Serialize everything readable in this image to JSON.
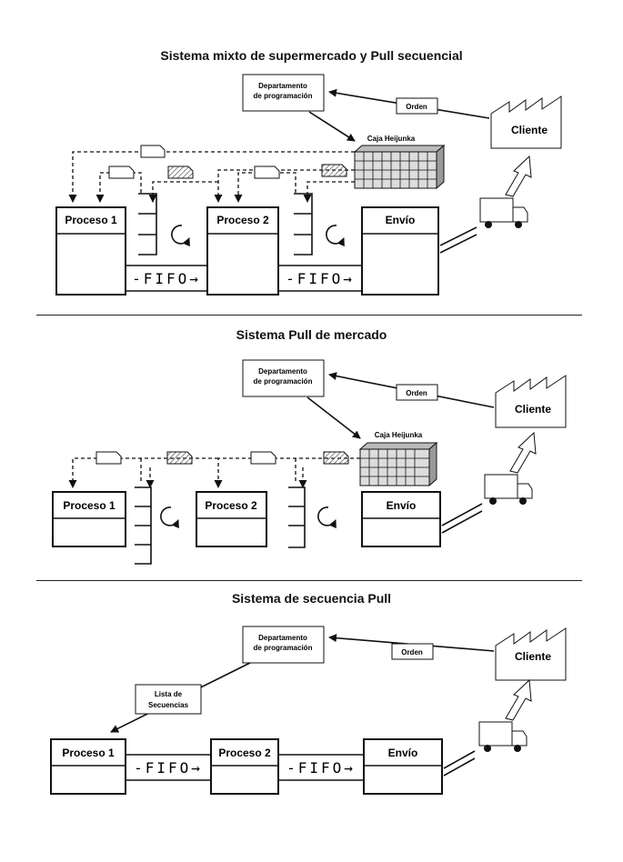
{
  "sections": [
    {
      "title": "Sistema mixto de supermercado y Pull secuencial",
      "programming_dept": "Departamento de programación",
      "order": "Orden",
      "customer": "Cliente",
      "heijunka": "Caja Heijunka",
      "process1": "Proceso 1",
      "process2": "Proceso 2",
      "shipping": "Envío",
      "fifo": "FIFO"
    },
    {
      "title": "Sistema  Pull de mercado",
      "programming_dept": "Departamento de programación",
      "order": "Orden",
      "customer": "Cliente",
      "heijunka": "Caja Heijunka",
      "process1": "Proceso 1",
      "process2": "Proceso 2",
      "shipping": "Envío"
    },
    {
      "title": "Sistema de secuencia Pull",
      "programming_dept": "Departamento de programación",
      "order": "Orden",
      "customer": "Cliente",
      "sequence_list": "Lista de Secuencias",
      "process1": "Proceso 1",
      "process2": "Proceso 2",
      "shipping": "Envío",
      "fifo": "FIFO"
    }
  ]
}
